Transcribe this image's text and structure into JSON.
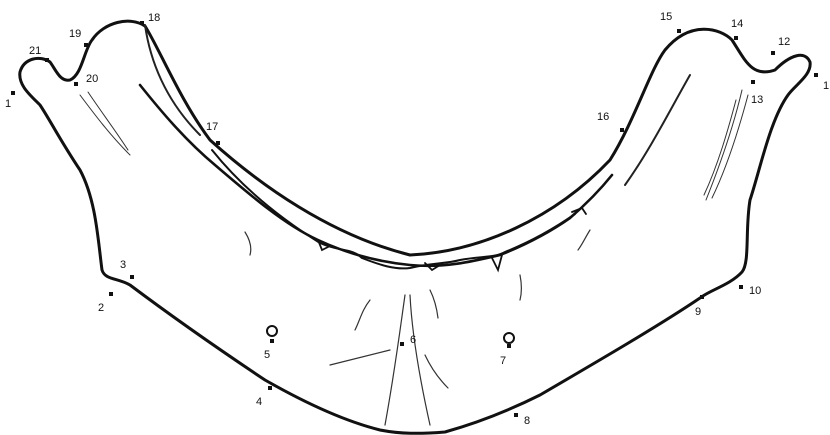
{
  "diagram": {
    "subject": "mandible outline with numbered landmark points",
    "outline_color": "#111111",
    "landmarks": [
      {
        "id": "1",
        "label": "1"
      },
      {
        "id": "2",
        "label": "2"
      },
      {
        "id": "3",
        "label": "3"
      },
      {
        "id": "4",
        "label": "4"
      },
      {
        "id": "5",
        "label": "5"
      },
      {
        "id": "6",
        "label": "6"
      },
      {
        "id": "7",
        "label": "7"
      },
      {
        "id": "8",
        "label": "8"
      },
      {
        "id": "9",
        "label": "9"
      },
      {
        "id": "10",
        "label": "10"
      },
      {
        "id": "11",
        "label": "1"
      },
      {
        "id": "12",
        "label": "12"
      },
      {
        "id": "13",
        "label": "13"
      },
      {
        "id": "14",
        "label": "14"
      },
      {
        "id": "15",
        "label": "15"
      },
      {
        "id": "16",
        "label": "16"
      },
      {
        "id": "17",
        "label": "17"
      },
      {
        "id": "18",
        "label": "18"
      },
      {
        "id": "19",
        "label": "19"
      },
      {
        "id": "20",
        "label": "20"
      },
      {
        "id": "21",
        "label": "21"
      }
    ]
  }
}
